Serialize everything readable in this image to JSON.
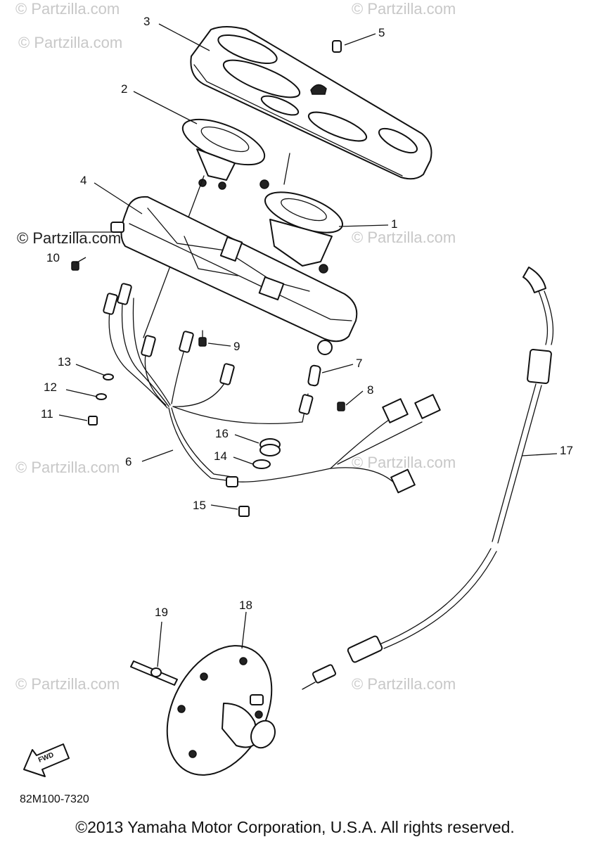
{
  "watermark": {
    "text": "© Partzilla.com",
    "text_dark": "© Partzilla.com"
  },
  "callouts": [
    {
      "number": "1"
    },
    {
      "number": "2"
    },
    {
      "number": "3"
    },
    {
      "number": "4"
    },
    {
      "number": "5"
    },
    {
      "number": "6"
    },
    {
      "number": "7"
    },
    {
      "number": "8"
    },
    {
      "number": "9"
    },
    {
      "number": "10"
    },
    {
      "number": "11"
    },
    {
      "number": "12"
    },
    {
      "number": "13"
    },
    {
      "number": "14"
    },
    {
      "number": "15"
    },
    {
      "number": "16"
    },
    {
      "number": "17"
    },
    {
      "number": "18"
    },
    {
      "number": "19"
    }
  ],
  "fwd_label": "FWD",
  "diagram_code": "82M100-7320",
  "copyright": "©2013  Yamaha Motor Corporation, U.S.A. All rights reserved."
}
